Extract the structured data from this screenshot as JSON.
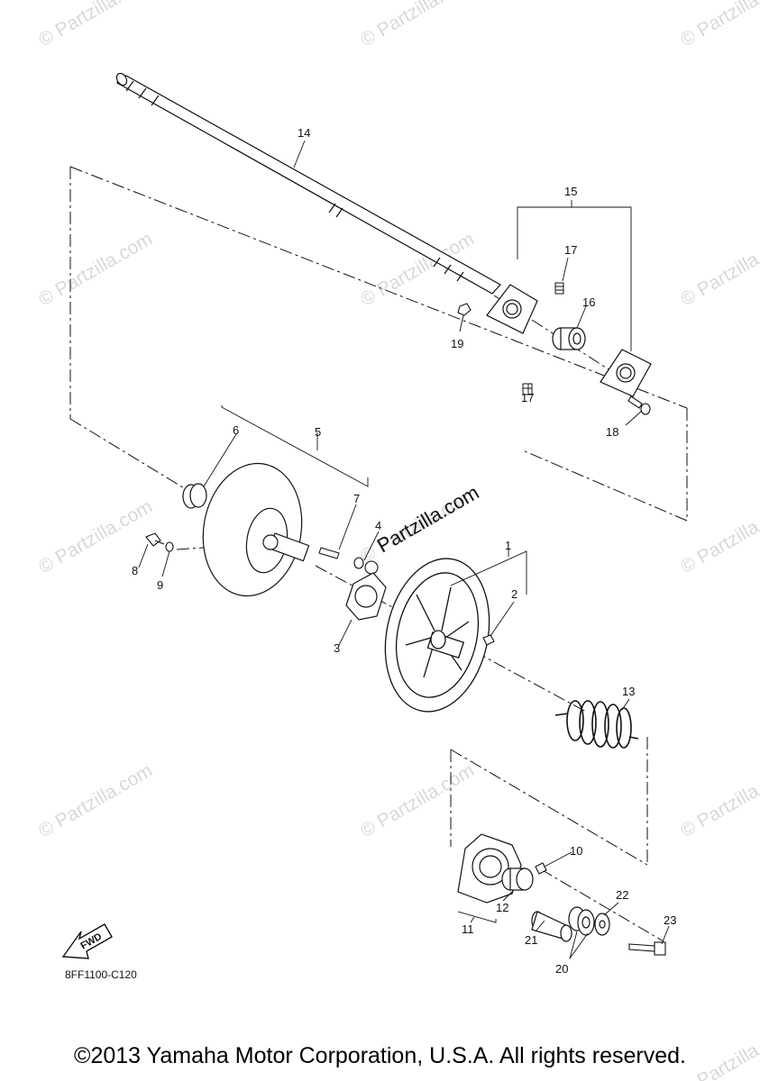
{
  "watermarks": [
    "© Partzilla.com",
    "© Partzilla.com",
    "© Partzilla.com",
    "© Partzilla.com",
    "© Partzilla.com",
    "© Partzilla.com",
    "© Partzilla.com",
    "© Partzilla.com",
    "© Partzilla.com",
    "© Partzilla.com",
    "© Partzilla.com",
    "© Partzilla.com",
    "© Partzilla.com"
  ],
  "brand_watermark": "Partzilla.com",
  "callouts": [
    "1",
    "2",
    "3",
    "4",
    "5",
    "6",
    "7",
    "8",
    "9",
    "10",
    "11",
    "12",
    "13",
    "14",
    "15",
    "16",
    "17",
    "17",
    "18",
    "19",
    "20",
    "21",
    "22",
    "23"
  ],
  "fwd_label": "FWD",
  "diagram_code": "8FF1100-C120",
  "copyright": "©2013 Yamaha Motor Corporation, U.S.A. All rights reserved."
}
